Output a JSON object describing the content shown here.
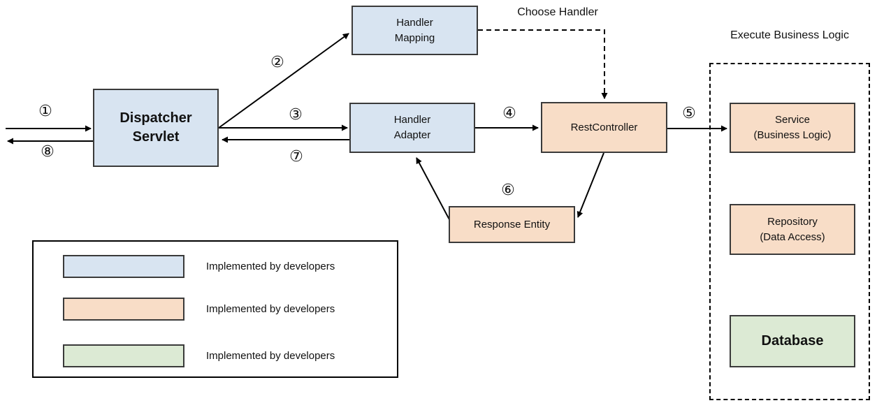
{
  "nodes": {
    "dispatcher_servlet": {
      "label": "Dispatcher\nServlet",
      "color": "#d8e4f1"
    },
    "handler_mapping": {
      "label": "Handler\nMapping",
      "color": "#d8e4f1"
    },
    "handler_adapter": {
      "label": "Handler\nAdapter",
      "color": "#d8e4f1"
    },
    "rest_controller": {
      "label": "RestController",
      "color": "#f8ddc7"
    },
    "response_entity": {
      "label": "Response Entity",
      "color": "#f8ddc7"
    },
    "service": {
      "label": "Service\n(Business Logic)",
      "color": "#f8ddc7"
    },
    "repository": {
      "label": "Repository\n(Data Access)",
      "color": "#f8ddc7"
    },
    "database": {
      "label": "Database",
      "color": "#dcead4"
    }
  },
  "labels": {
    "choose_handler": "Choose Handler",
    "execute_business_logic": "Execute Business Logic"
  },
  "steps": {
    "s1": "①",
    "s2": "②",
    "s3": "③",
    "s4": "④",
    "s5": "⑤",
    "s6": "⑥",
    "s7": "⑦",
    "s8": "⑧"
  },
  "legend": {
    "items": [
      {
        "color": "#d8e4f1",
        "label": "Implemented by developers"
      },
      {
        "color": "#f8ddc7",
        "label": "Implemented by developers"
      },
      {
        "color": "#dcead4",
        "label": "Implemented by developers"
      }
    ]
  },
  "colors": {
    "node_border": "#3a3a3a",
    "arrow": "#000000",
    "background": "#ffffff"
  }
}
